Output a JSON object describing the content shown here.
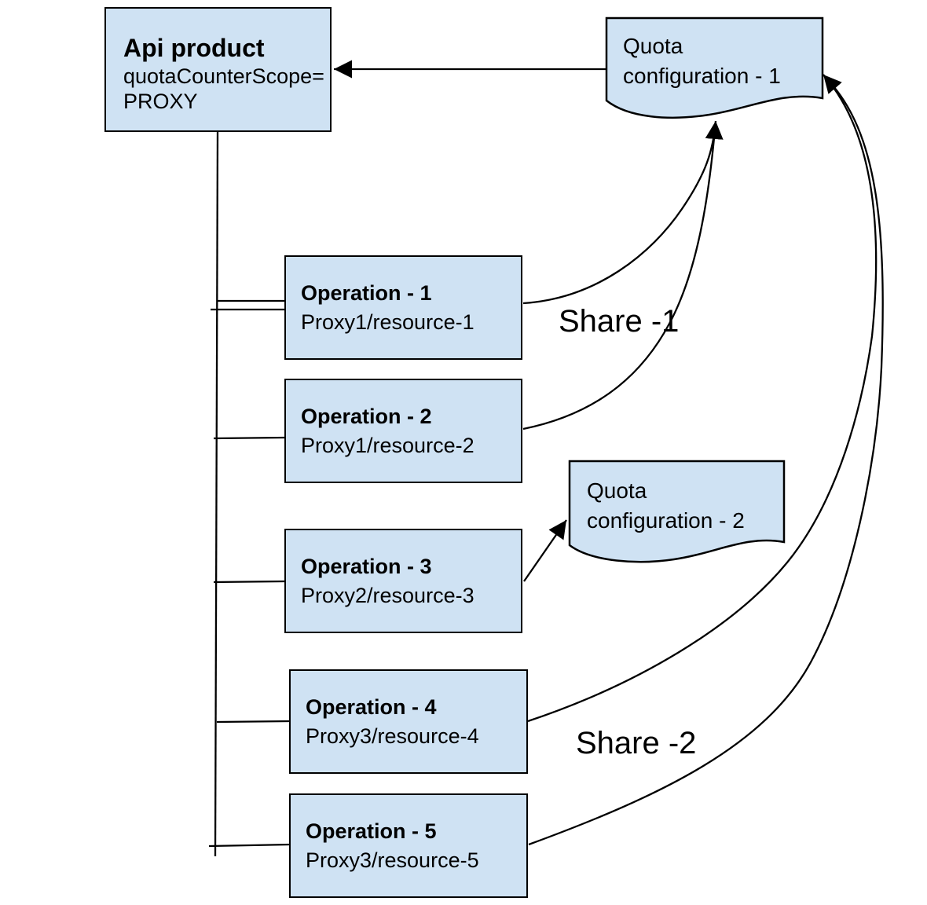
{
  "colors": {
    "node_fill": "#cfe2f3",
    "node_border": "#000000",
    "connector": "#000000",
    "canvas_bg": "#ffffff"
  },
  "api_product": {
    "title": "Api product",
    "scope_line1": "quotaCounterScope=",
    "scope_line2": "PROXY"
  },
  "quota_configs": [
    {
      "line1": "Quota",
      "line2": "configuration - 1"
    },
    {
      "line1": "Quota",
      "line2": "configuration - 2"
    }
  ],
  "operations": [
    {
      "title": "Operation - 1",
      "resource": "Proxy1/resource-1"
    },
    {
      "title": "Operation - 2",
      "resource": "Proxy1/resource-2"
    },
    {
      "title": "Operation - 3",
      "resource": "Proxy2/resource-3"
    },
    {
      "title": "Operation - 4",
      "resource": "Proxy3/resource-4"
    },
    {
      "title": "Operation - 5",
      "resource": "Proxy3/resource-5"
    }
  ],
  "share_labels": {
    "share1": "Share -1",
    "share2": "Share -2"
  }
}
